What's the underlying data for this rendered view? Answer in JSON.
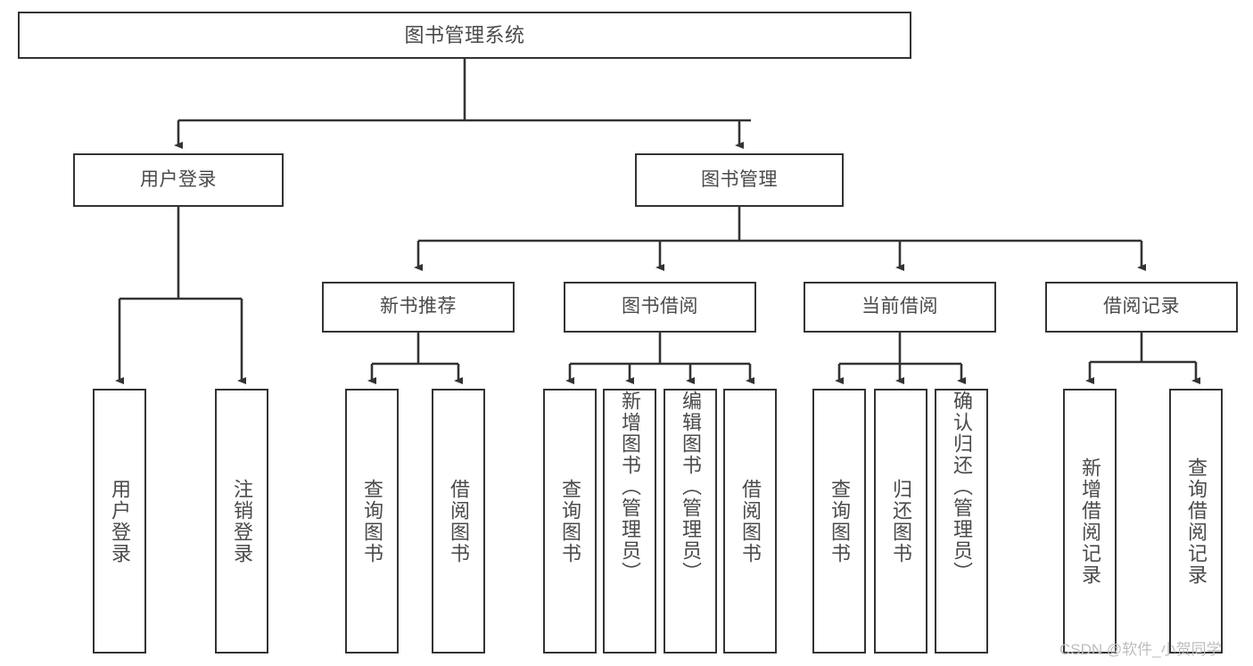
{
  "diagram": {
    "title": "图书管理系统",
    "type": "tree-hierarchy-diagram",
    "colors": {
      "box_border": "#333333",
      "box_fill": "#ffffff",
      "text": "#4a4a4a",
      "connector": "#333333",
      "watermark": "#bdbdbd",
      "background": "#ffffff"
    },
    "watermark": "CSDN @软件_小贺同学"
  },
  "nodes": {
    "root": {
      "label": "图书管理系统"
    },
    "level1": [
      {
        "label": "用户登录"
      },
      {
        "label": "图书管理"
      }
    ],
    "level2": [
      {
        "label": "新书推荐"
      },
      {
        "label": "图书借阅"
      },
      {
        "label": "当前借阅"
      },
      {
        "label": "借阅记录"
      }
    ],
    "leaves": {
      "user_login": [
        {
          "label": "用户登录"
        },
        {
          "label": "注销登录"
        }
      ],
      "new_book_recommend": [
        {
          "label": "查询图书"
        },
        {
          "label": "借阅图书"
        }
      ],
      "book_borrow": [
        {
          "label": "查询图书"
        },
        {
          "label": "新增图书（管理员）"
        },
        {
          "label": "编辑图书（管理员）"
        },
        {
          "label": "借阅图书"
        }
      ],
      "current_borrow": [
        {
          "label": "查询图书"
        },
        {
          "label": "归还图书"
        },
        {
          "label": "确认归还（管理员）"
        }
      ],
      "borrow_record": [
        {
          "label": "新增借阅记录"
        },
        {
          "label": "查询借阅记录"
        }
      ]
    }
  }
}
